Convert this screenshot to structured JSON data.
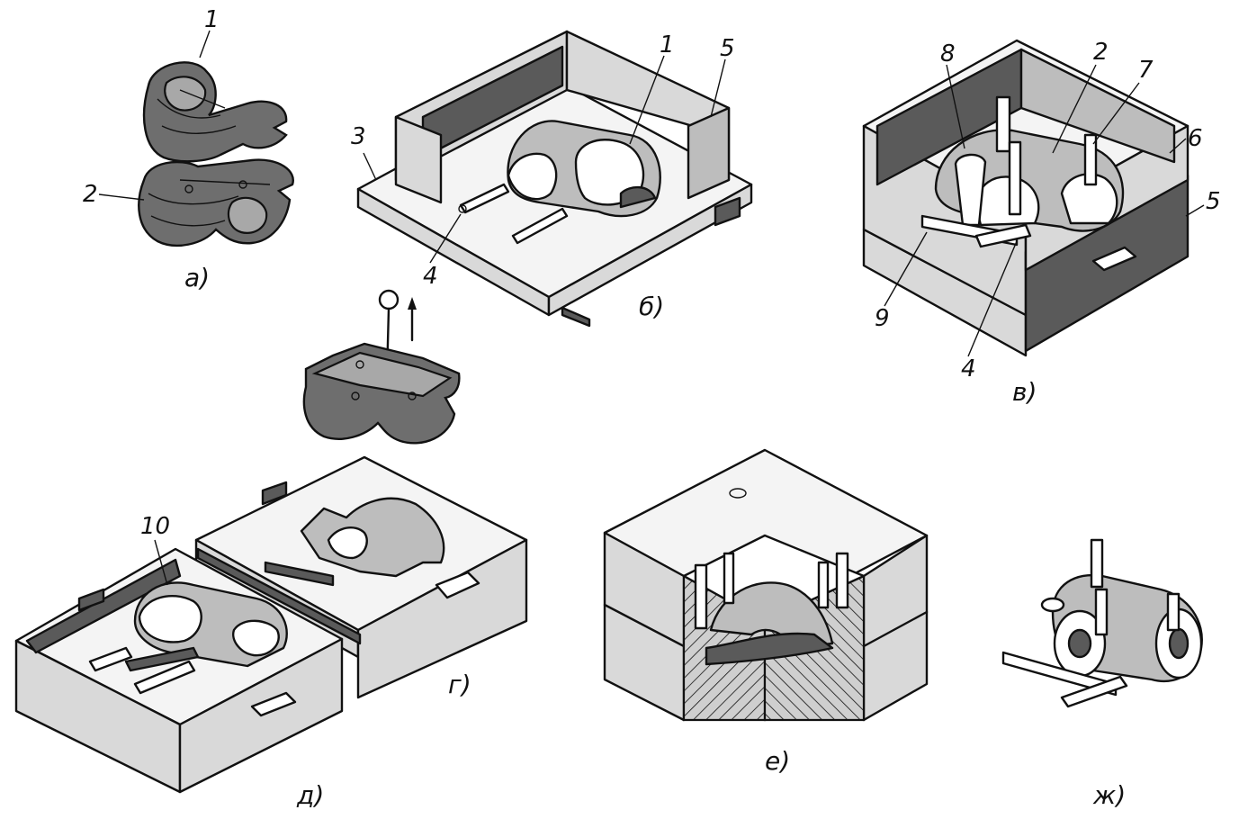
{
  "panels": {
    "a": {
      "caption": "а)",
      "labels": [
        "1",
        "2"
      ]
    },
    "b": {
      "caption": "б)",
      "labels": [
        "1",
        "5",
        "3",
        "4"
      ]
    },
    "v": {
      "caption": "в)",
      "labels": [
        "8",
        "2",
        "7",
        "6",
        "5",
        "9",
        "4"
      ]
    },
    "g": {
      "caption": "г)"
    },
    "d": {
      "caption": "д)",
      "labels": [
        "10"
      ]
    },
    "e": {
      "caption": "е)"
    },
    "zh": {
      "caption": "ж)"
    }
  },
  "colors": {
    "ink": "#111111",
    "paper": "#ffffff"
  }
}
